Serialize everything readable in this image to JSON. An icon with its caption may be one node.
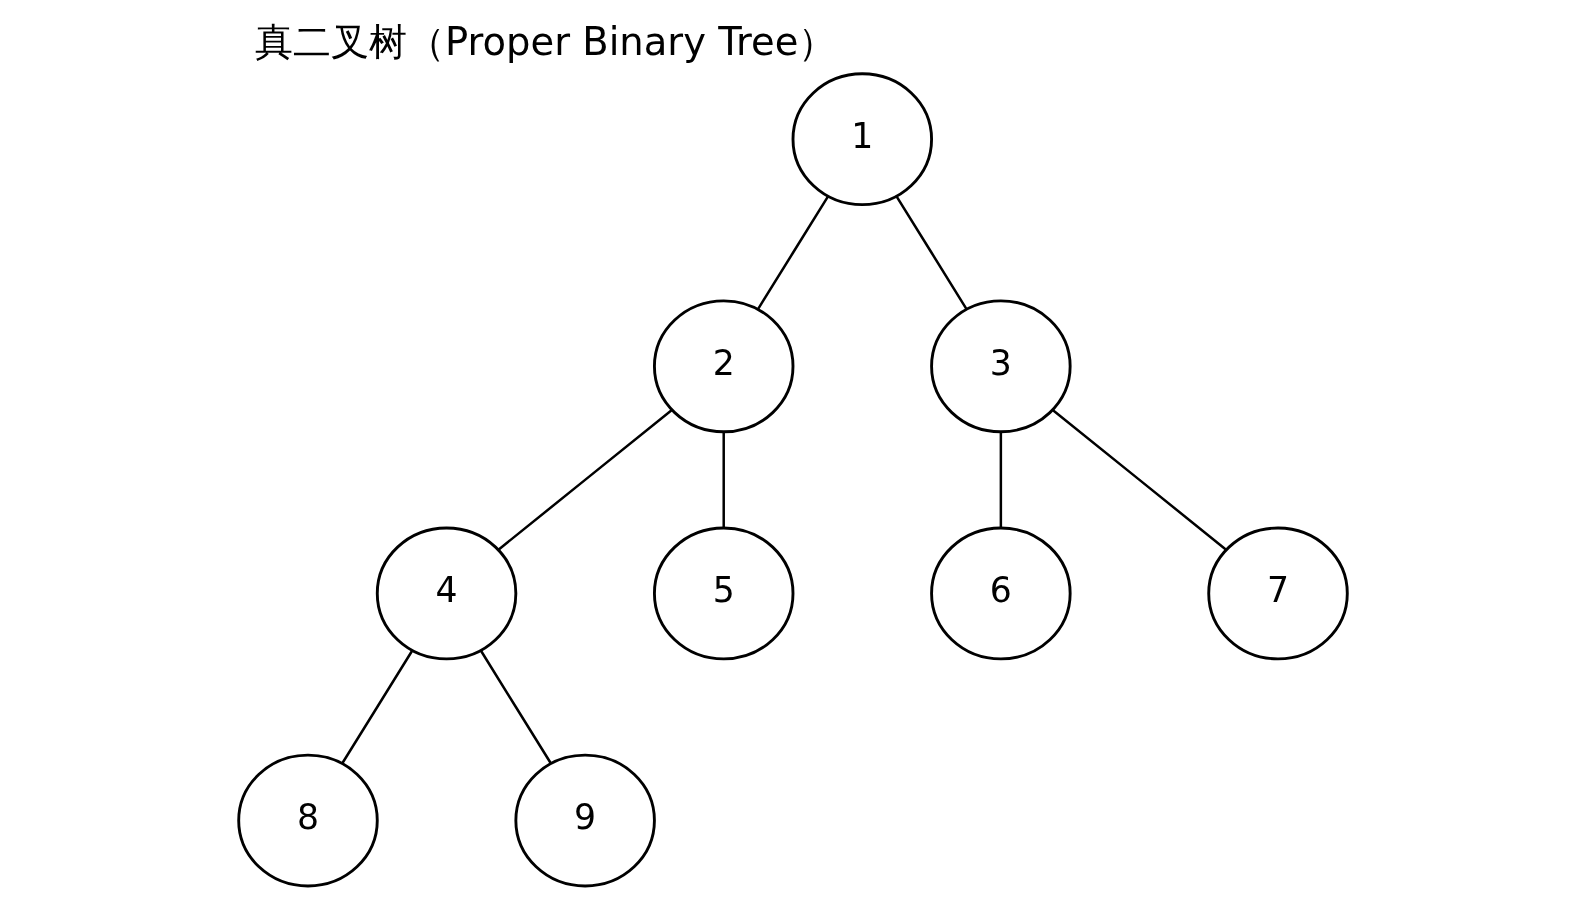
{
  "diagram": {
    "title": "真二叉树（Proper Binary Tree）",
    "nodes": [
      {
        "text": [
          "1"
        ]
      },
      {
        "text": [
          "2"
        ]
      },
      {
        "text": [
          "3"
        ]
      },
      {
        "text": [
          "4"
        ]
      },
      {
        "text": [
          "5"
        ]
      },
      {
        "text": [
          "6"
        ]
      },
      {
        "text": [
          "7"
        ]
      },
      {
        "text": [
          "8"
        ]
      },
      {
        "text": [
          "9"
        ]
      }
    ],
    "edges": [
      {
        "from": 0,
        "to": 1,
        "arrow": "none"
      },
      {
        "from": 0,
        "to": 2,
        "arrow": "none"
      },
      {
        "from": 1,
        "to": 3,
        "arrow": "none"
      },
      {
        "from": 1,
        "to": 4,
        "arrow": "none"
      },
      {
        "from": 2,
        "to": 5,
        "arrow": "none"
      },
      {
        "from": 2,
        "to": 6,
        "arrow": "none"
      },
      {
        "from": 3,
        "to": 7,
        "arrow": "none"
      },
      {
        "from": 3,
        "to": 8,
        "arrow": "none"
      }
    ]
  }
}
